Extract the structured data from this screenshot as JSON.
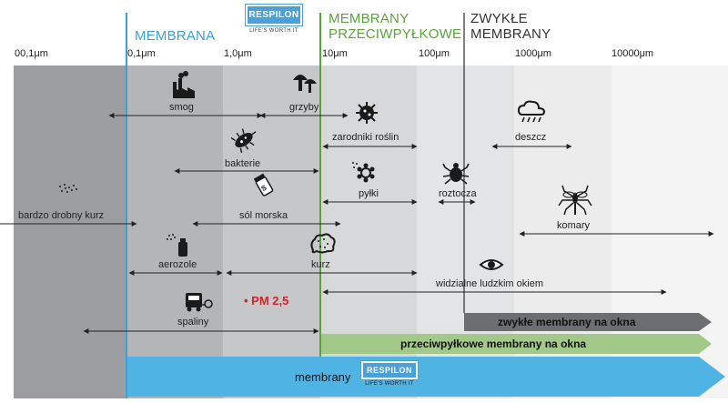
{
  "headers": {
    "membrana": "MEMBRANA",
    "przeciwpylkowe_line1": "MEMBRANY",
    "przeciwpylkowe_line2": "PRZECIWPYŁKOWE",
    "zwykle_line1": "ZWYKŁE",
    "zwykle_line2": "MEMBRANY"
  },
  "logo": {
    "name": "RESPILON",
    "tagline": "LIFE'S WORTH IT"
  },
  "scale_ticks": [
    "00,1μm",
    "0,1μm",
    "1,0μm",
    "10μm",
    "100μm",
    "1000μm",
    "10000μm"
  ],
  "particles": {
    "smog": "smog",
    "grzyby": "grzyby",
    "zarodniki": "zarodniki roślin",
    "deszcz": "deszcz",
    "bakterie": "bakterie",
    "pylki": "pyłki",
    "roztocza": "roztocza",
    "kurz_drobny": "bardzo drobny kurz",
    "sol": "sól morska",
    "komary": "komary",
    "aerozole": "aerozole",
    "kurz": "kurz",
    "oko": "widzialne ludzkim okiem",
    "spaliny": "spaliny",
    "pm25": "• PM 2,5"
  },
  "bands": {
    "zwykle": "zwykłe membrany na okna",
    "przeciwpylkowe": "przeciwpyłkowe membrany na okna",
    "membrany": "membrany"
  },
  "colors": {
    "blue_line": "#3e9fd6",
    "green_line": "#5aa33a",
    "gray_line": "#555555",
    "band_gray": "#6d6e71",
    "band_green": "#a3c98a",
    "band_blue": "#4fb3e3",
    "pm_red": "#d2232a"
  },
  "icons": [
    "factory-icon",
    "mushroom-icon",
    "virus-icon",
    "rain-cloud-icon",
    "bacteria-icon",
    "pollen-flower-icon",
    "mite-icon",
    "salt-shaker-icon",
    "mosquito-icon",
    "spray-can-icon",
    "dust-cloud-icon",
    "eye-icon",
    "truck-exhaust-icon",
    "dots-icon"
  ]
}
